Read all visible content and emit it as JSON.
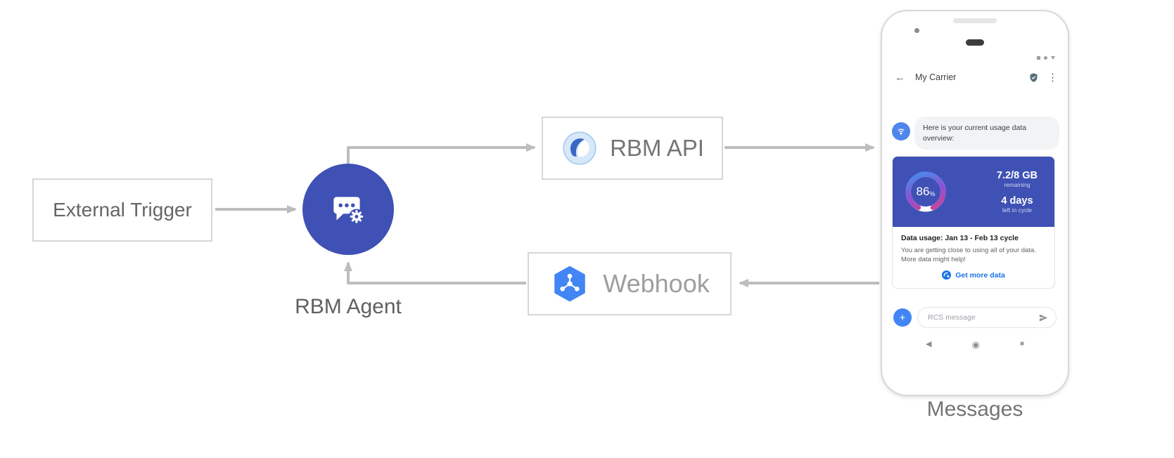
{
  "diagram": {
    "external_trigger": "External Trigger",
    "rbm_agent": "RBM Agent",
    "rbm_api": "RBM API",
    "webhook": "Webhook",
    "messages_caption": "Messages"
  },
  "phone": {
    "header": {
      "back_icon": "←",
      "title": "My Carrier",
      "menu_icon": "⋮"
    },
    "chat": {
      "agent_message": "Here is your current usage data overview:",
      "usage_card": {
        "gauge_percent": "86",
        "gauge_unit": "%",
        "remaining_value": "7.2/8 GB",
        "remaining_label": "remaining",
        "days_value": "4 days",
        "days_label": "left in cycle",
        "title": "Data usage: Jan 13 - Feb 13 cycle",
        "body_line1": "You are getting close to using all of your data.",
        "body_line2": "More data might help!",
        "action_label": "Get more data"
      }
    },
    "compose": {
      "plus_icon": "+",
      "placeholder": "RCS message"
    },
    "nav": {
      "back_icon": "◀",
      "home_icon": "◉",
      "recents_icon": "■"
    }
  },
  "colors": {
    "indigo": "#3f51b5",
    "webhook_blue": "#4285f4",
    "action_blue": "#1a73e8",
    "arrow_gray": "#bdbdbd",
    "gauge_gradient_start": "#2aa2f4",
    "gauge_gradient_mid": "#8b52d6",
    "gauge_gradient_end": "#ea3d7c"
  }
}
